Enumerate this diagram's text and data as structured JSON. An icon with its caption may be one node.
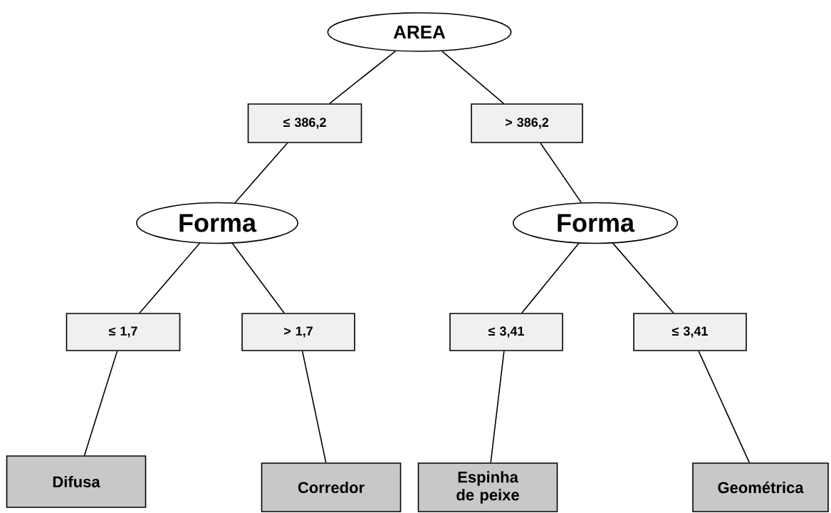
{
  "diagram": {
    "nodes": [
      {
        "text": [
          "AREA"
        ]
      },
      {
        "text": [
          "≤ 386,2"
        ]
      },
      {
        "text": [
          "> 386,2"
        ]
      },
      {
        "text": [
          "Forma"
        ]
      },
      {
        "text": [
          "Forma"
        ]
      },
      {
        "text": [
          "≤ 1,7"
        ]
      },
      {
        "text": [
          "> 1,7"
        ]
      },
      {
        "text": [
          "≤ 3,41"
        ]
      },
      {
        "text": [
          "≤ 3,41"
        ]
      },
      {
        "text": [
          "Difusa"
        ]
      },
      {
        "text": [
          "Corredor"
        ]
      },
      {
        "text": [
          "Espinha de peixe"
        ]
      },
      {
        "text": [
          "Geométrica"
        ]
      }
    ],
    "edges": [
      {
        "from": 0,
        "to": 1,
        "arrow": "none"
      },
      {
        "from": 0,
        "to": 2,
        "arrow": "none"
      },
      {
        "from": 1,
        "to": 3,
        "arrow": "none"
      },
      {
        "from": 2,
        "to": 4,
        "arrow": "none"
      },
      {
        "from": 3,
        "to": 5,
        "arrow": "none"
      },
      {
        "from": 3,
        "to": 6,
        "arrow": "none"
      },
      {
        "from": 4,
        "to": 7,
        "arrow": "none"
      },
      {
        "from": 4,
        "to": 8,
        "arrow": "none"
      },
      {
        "from": 5,
        "to": 9,
        "arrow": "none"
      },
      {
        "from": 6,
        "to": 10,
        "arrow": "none"
      },
      {
        "from": 7,
        "to": 11,
        "arrow": "none"
      },
      {
        "from": 8,
        "to": 12,
        "arrow": "none"
      }
    ]
  }
}
